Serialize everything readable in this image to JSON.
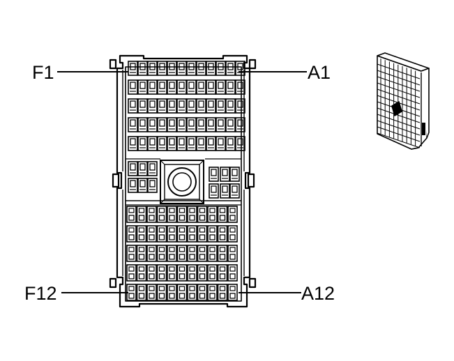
{
  "diagram": {
    "labels": {
      "f1": "F1",
      "a1": "A1",
      "f12": "F12",
      "a12": "A12"
    },
    "colors": {
      "line": "#000000",
      "background": "#ffffff"
    }
  }
}
